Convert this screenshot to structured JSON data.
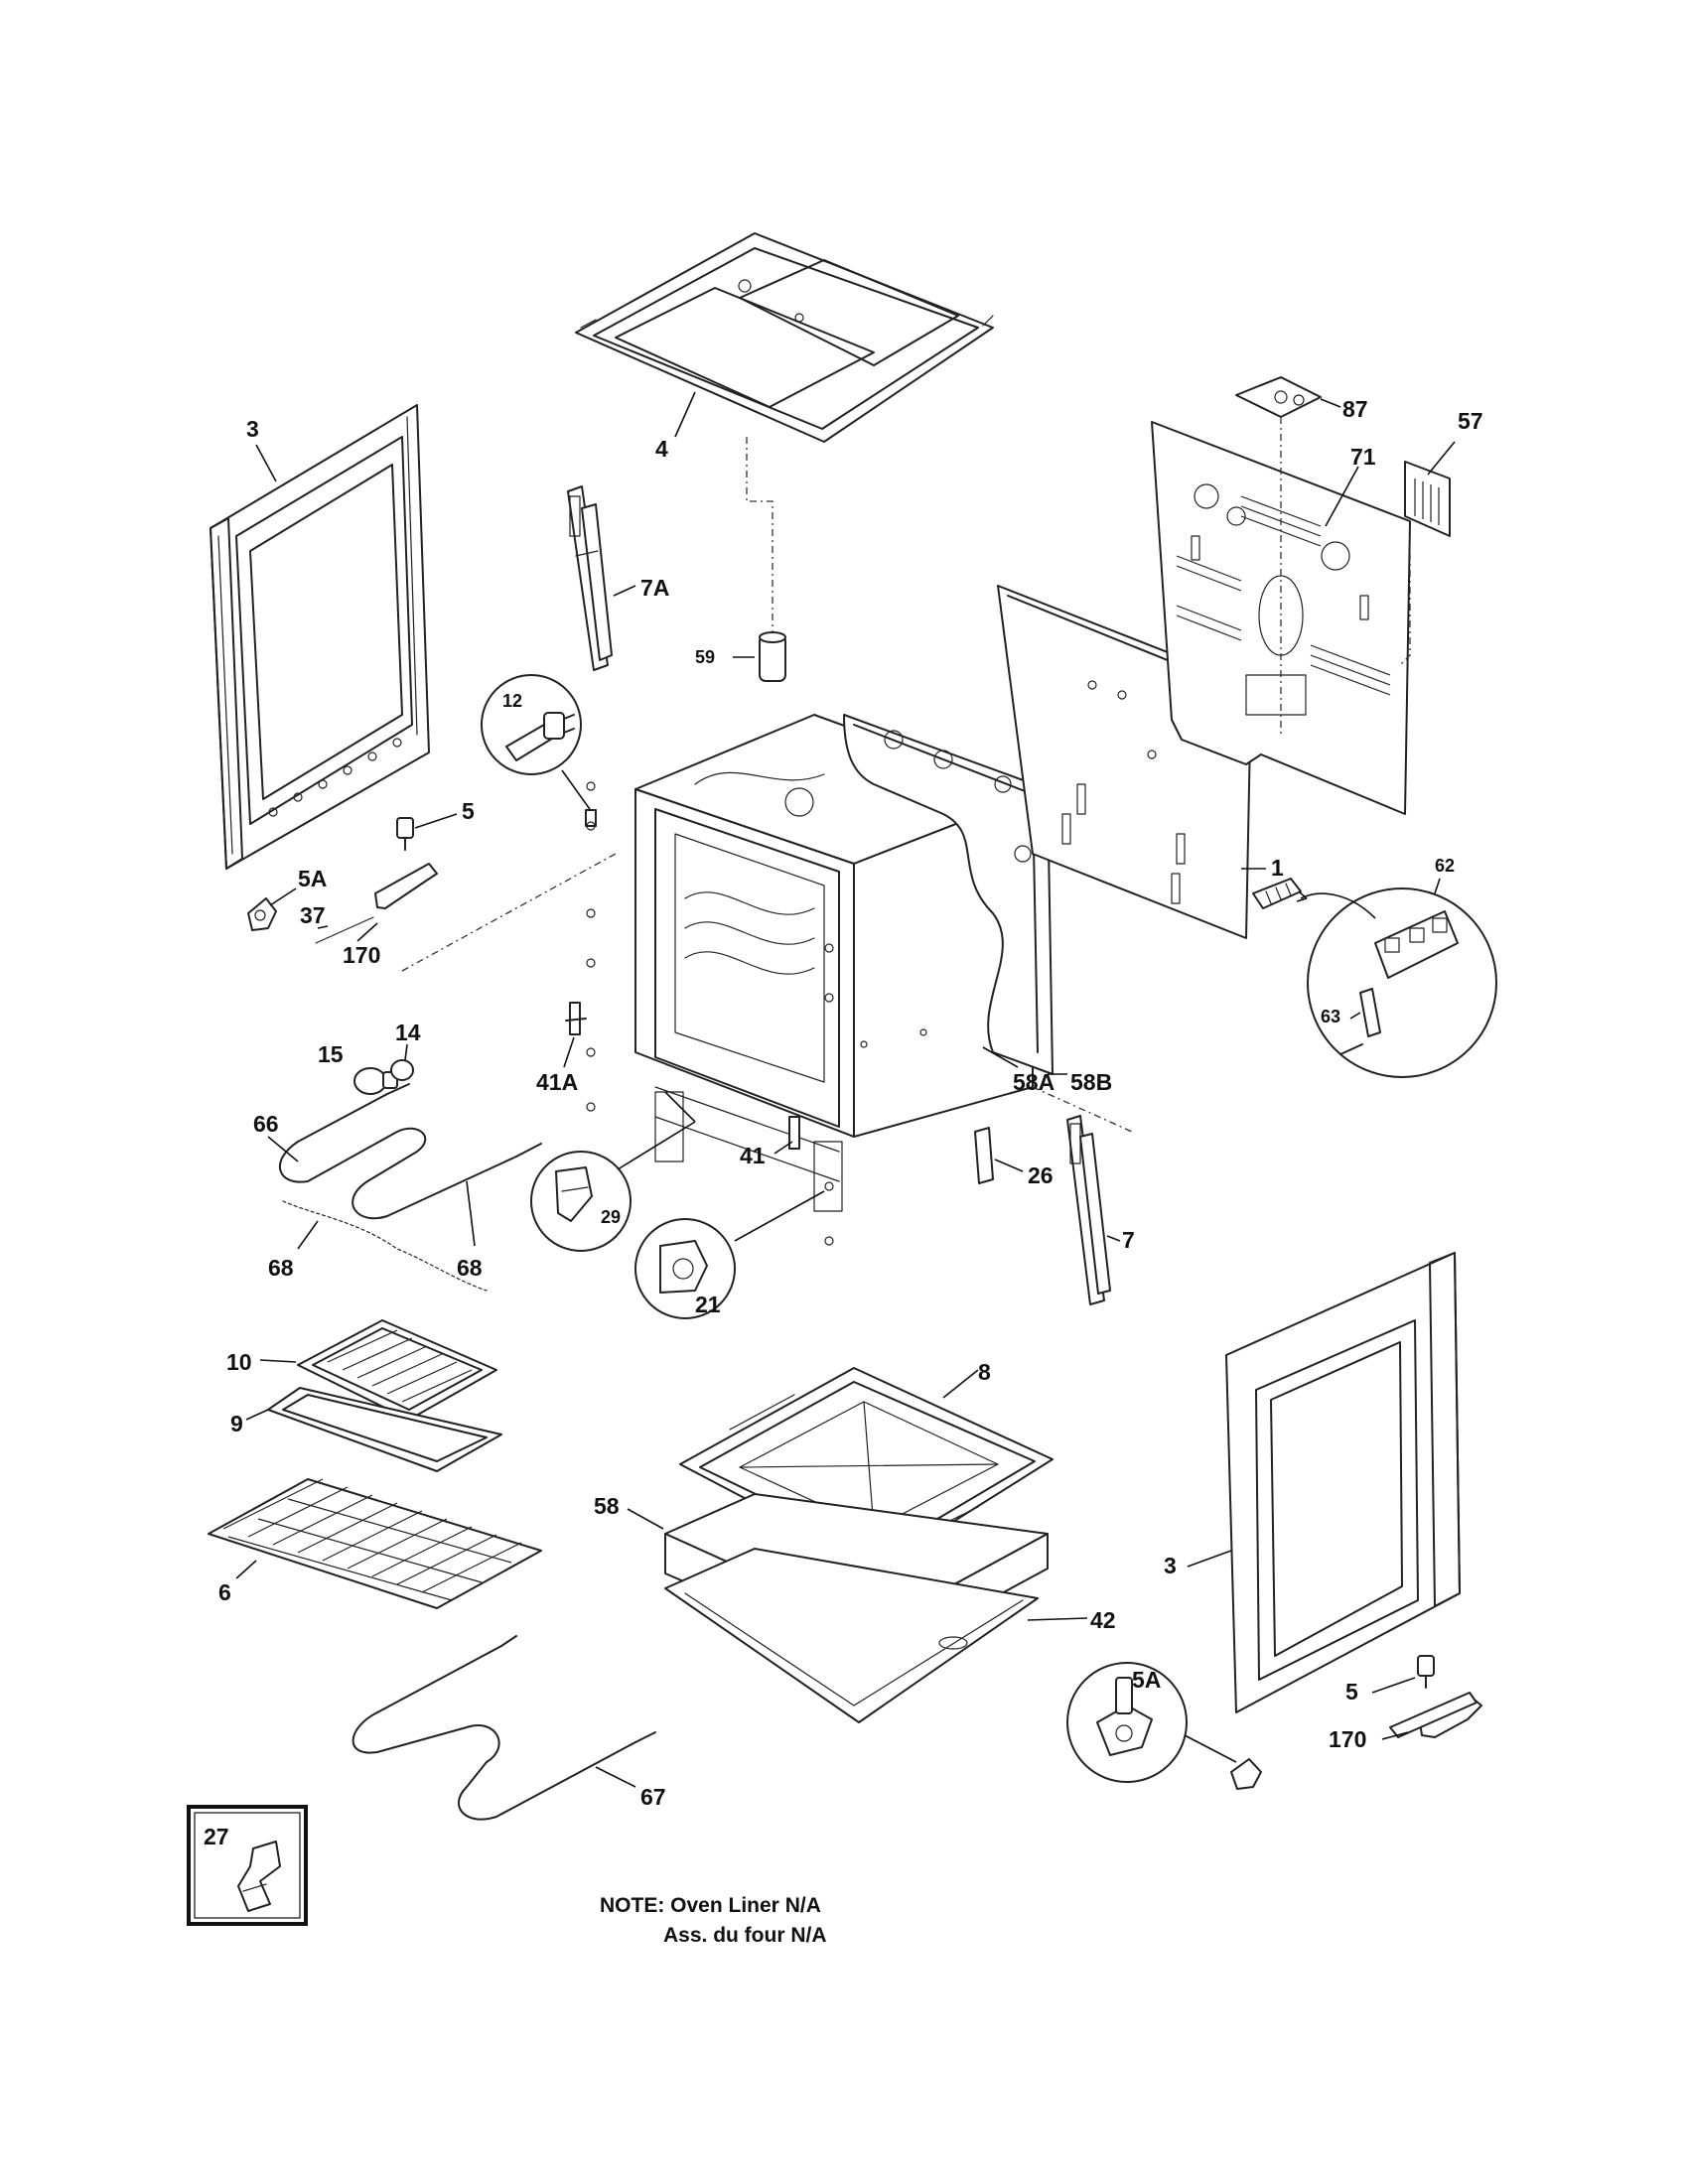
{
  "labels": {
    "l3_left": "3",
    "l4": "4",
    "l7a": "7A",
    "l59": "59",
    "l12": "12",
    "l5_left": "5",
    "l5a_left": "5A",
    "l37": "37",
    "l170_left": "170",
    "l15": "15",
    "l14": "14",
    "l87": "87",
    "l57": "57",
    "l71": "71",
    "l1": "1",
    "l62": "62",
    "l63": "63",
    "l41a": "41A",
    "l58a": "58A",
    "l58b": "58B",
    "l66": "66",
    "l68_left": "68",
    "l68_right": "68",
    "l29": "29",
    "l41": "41",
    "l21": "21",
    "l26": "26",
    "l7": "7",
    "l10": "10",
    "l9": "9",
    "l6": "6",
    "l8": "8",
    "l58": "58",
    "l42": "42",
    "l3_right": "3",
    "l5a_right": "5A",
    "l5_right": "5",
    "l170_right": "170",
    "l67": "67",
    "l27": "27"
  },
  "note": {
    "line1": "NOTE: Oven Liner N/A",
    "line2": "Ass. du four N/A"
  }
}
